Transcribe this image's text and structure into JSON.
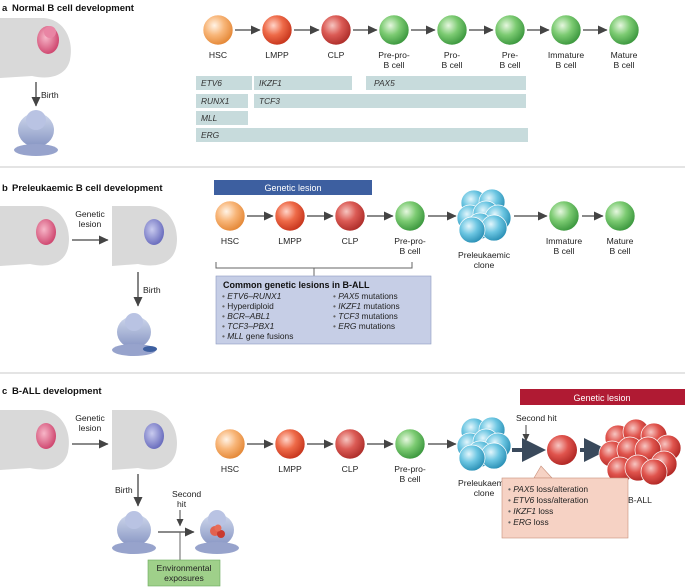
{
  "panel_a": {
    "letter": "a",
    "title": "Normal B cell development",
    "birth_label": "Birth",
    "stages": [
      {
        "line1": "HSC",
        "line2": "",
        "color": "orange"
      },
      {
        "line1": "LMPP",
        "line2": "",
        "color": "red"
      },
      {
        "line1": "CLP",
        "line2": "",
        "color": "crimson"
      },
      {
        "line1": "Pre-pro-",
        "line2": "B cell",
        "color": "green"
      },
      {
        "line1": "Pro-",
        "line2": "B cell",
        "color": "green"
      },
      {
        "line1": "Pre-",
        "line2": "B cell",
        "color": "green"
      },
      {
        "line1": "Immature",
        "line2": "B cell",
        "color": "green"
      },
      {
        "line1": "Mature",
        "line2": "B cell",
        "color": "green"
      }
    ],
    "genes": [
      "ETV6",
      "IKZF1",
      "PAX5",
      "RUNX1",
      "TCF3",
      "MLL",
      "ERG"
    ]
  },
  "panel_b": {
    "letter": "b",
    "title": "Preleukaemic B cell development",
    "genetic_lesion": "Genetic lesion",
    "arrow_label_line1": "Genetic",
    "arrow_label_line2": "lesion",
    "birth_label": "Birth",
    "stages": [
      {
        "line1": "HSC",
        "line2": ""
      },
      {
        "line1": "LMPP",
        "line2": ""
      },
      {
        "line1": "CLP",
        "line2": ""
      },
      {
        "line1": "Pre-pro-",
        "line2": "B cell"
      },
      {
        "line1": "Preleukaemic",
        "line2": "clone"
      },
      {
        "line1": "Immature",
        "line2": "B cell"
      },
      {
        "line1": "Mature",
        "line2": "B cell"
      }
    ],
    "lesions_box": {
      "title": "Common genetic lesions in B-ALL",
      "left": [
        {
          "italic": "ETV6–RUNX1",
          "rest": ""
        },
        {
          "italic": "",
          "rest": "Hyperdiploid"
        },
        {
          "italic": "BCR–ABL1",
          "rest": ""
        },
        {
          "italic": "TCF3–PBX1",
          "rest": ""
        },
        {
          "italic": "MLL",
          "rest": " gene fusions"
        }
      ],
      "right": [
        {
          "italic": "PAX5",
          "rest": " mutations"
        },
        {
          "italic": "IKZF1",
          "rest": " mutations"
        },
        {
          "italic": "TCF3",
          "rest": " mutations"
        },
        {
          "italic": "ERG",
          "rest": " mutations"
        }
      ]
    }
  },
  "panel_c": {
    "letter": "c",
    "title": "B-ALL development",
    "arrow_label_line1": "Genetic",
    "arrow_label_line2": "lesion",
    "birth_label": "Birth",
    "second_hit_line1": "Second",
    "second_hit_line2": "hit",
    "second_hit_flow": "Second hit",
    "environmental_line1": "Environmental",
    "environmental_line2": "exposures",
    "genetic_lesion": "Genetic lesion",
    "stages": [
      {
        "line1": "HSC",
        "line2": ""
      },
      {
        "line1": "LMPP",
        "line2": ""
      },
      {
        "line1": "CLP",
        "line2": ""
      },
      {
        "line1": "Pre-pro-",
        "line2": "B cell"
      },
      {
        "line1": "Preleukaemic",
        "line2": "clone"
      }
    ],
    "ball_label": "B-ALL",
    "second_hit_box": [
      {
        "italic": "PAX5",
        "rest": " loss/alteration"
      },
      {
        "italic": "ETV6",
        "rest": " loss/alteration"
      },
      {
        "italic": "IKZF1",
        "rest": " loss"
      },
      {
        "italic": "ERG",
        "rest": " loss"
      }
    ]
  },
  "colors": {
    "orange": "#f5a25e",
    "red": "#e9533a",
    "crimson": "#d24a45",
    "green": "#5cb85c",
    "blue_cell": "#58b8d8",
    "gene_bar": "#c7dbdc",
    "lesion_bar_blue": "#3d5fa0",
    "lesion_bar_red": "#b01a33",
    "lesion_box_blue": "#c6cee6",
    "hit_box": "#f6d2c4",
    "env_box": "#9fd08a"
  }
}
